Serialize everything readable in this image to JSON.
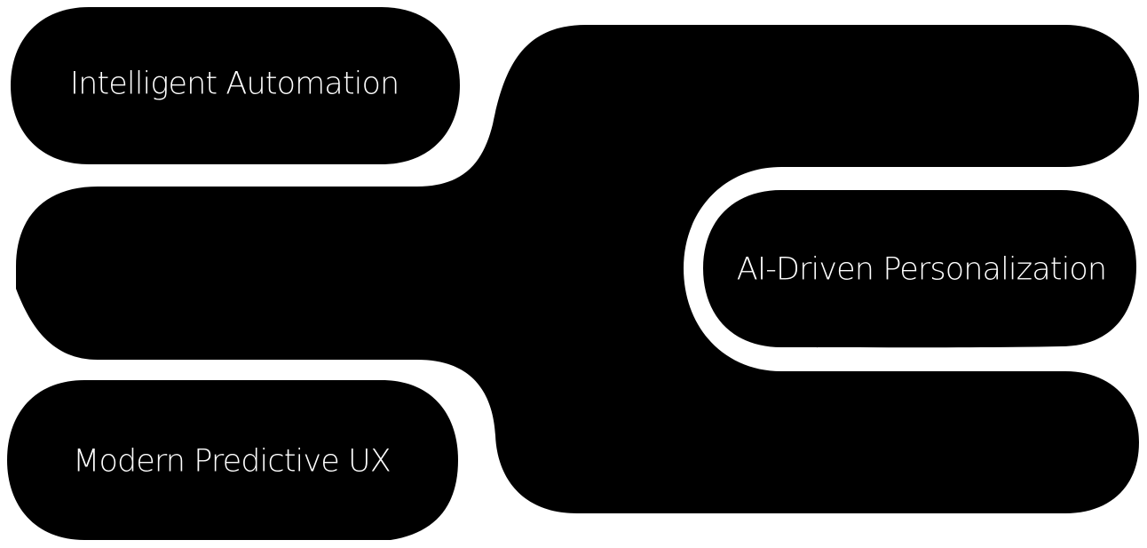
{
  "diagram": {
    "type": "connected-pill-blob-diagram",
    "colors": {
      "background": "#ffffff",
      "shape_fill": "#000000",
      "text": "#ffffff"
    },
    "nodes": [
      {
        "id": "automation",
        "label": "Intelligent Automation"
      },
      {
        "id": "personalization",
        "label": "AI-Driven Personalization"
      },
      {
        "id": "predictive",
        "label": "Modern Predictive UX"
      }
    ],
    "hub": {
      "label": ""
    }
  }
}
